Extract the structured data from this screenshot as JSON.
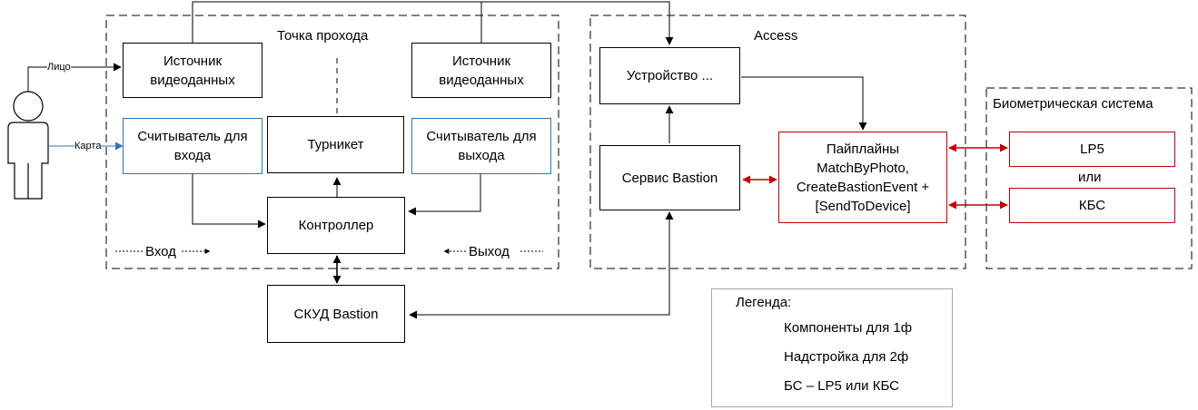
{
  "groups": {
    "passage_point": "Точка прохода",
    "access": "Access",
    "biometric_system": "Биометрическая система"
  },
  "person_labels": {
    "face": "Лицо",
    "card": "Карта"
  },
  "boxes": {
    "video_source_1": "Источник видеоданных",
    "video_source_2": "Источник видеоданных",
    "entry_reader": "Считыватель для входа",
    "turnstile": "Турникет",
    "exit_reader": "Считыватель для выхода",
    "controller": "Контроллер",
    "skud_bastion": "СКУД Bastion",
    "device": "Устройство ...",
    "bastion_service": "Сервис Bastion",
    "pipelines": "Пайплайны MatchByPhoto, CreateBastionEvent + [SendToDevice]",
    "lp5": "LP5",
    "kbs": "КБС"
  },
  "flow_labels": {
    "entry": "Вход",
    "exit": "Выход",
    "or": "или"
  },
  "legend": {
    "title": "Легенда:",
    "items": [
      {
        "label": "Компоненты для 1ф",
        "color": "#000000"
      },
      {
        "label": "Надстройка для 2ф",
        "color": "#2e75b6"
      },
      {
        "label": "БС – LP5 или КБС",
        "color": "#c00000"
      }
    ]
  },
  "colors": {
    "stroke": "#000000",
    "blue": "#2e75b6",
    "red": "#c00000",
    "legend_border": "#a6a6a6"
  }
}
